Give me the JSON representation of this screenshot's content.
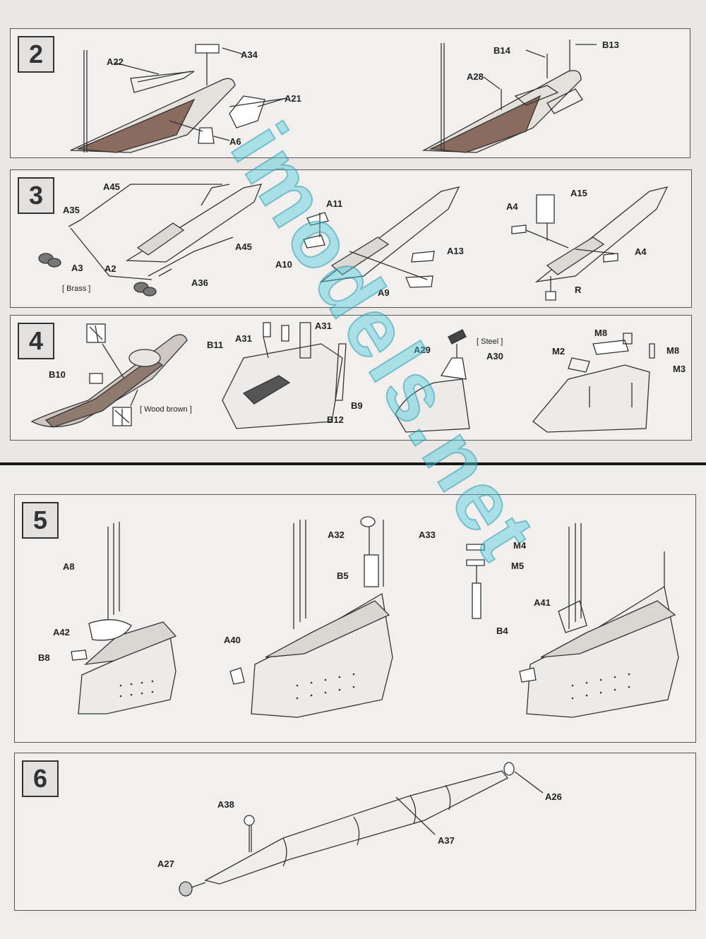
{
  "steps": {
    "s2": {
      "number": "2",
      "labels": {
        "a22": "A22",
        "a34": "A34",
        "a21": "A21",
        "a6": "A6",
        "b14": "B14",
        "b13": "B13",
        "a28": "A28"
      }
    },
    "s3": {
      "number": "3",
      "labels": {
        "a45a": "A45",
        "a35": "A35",
        "a3": "A3",
        "a2": "A2",
        "a36": "A36",
        "a45b": "A45",
        "a11": "A11",
        "a10": "A10",
        "a13": "A13",
        "a9": "A9",
        "a15": "A15",
        "a4a": "A4",
        "a4b": "A4",
        "r": "R"
      },
      "notes": {
        "brass": "[ Brass ]"
      }
    },
    "s4": {
      "number": "4",
      "labels": {
        "b10": "B10",
        "b11": "B11",
        "a31a": "A31",
        "a31b": "A31",
        "b9": "B9",
        "b12": "B12",
        "a29": "A29",
        "a30": "A30",
        "m8a": "M8",
        "m8b": "M8",
        "m2": "M2",
        "m3": "M3"
      },
      "notes": {
        "wood": "[ Wood brown ]",
        "steel": "[ Steel ]"
      }
    },
    "s5": {
      "number": "5",
      "labels": {
        "a8": "A8",
        "a42": "A42",
        "b8": "B8",
        "a40": "A40",
        "a32": "A32",
        "a33": "A33",
        "b5": "B5",
        "m4": "M4",
        "m5": "M5",
        "b4": "B4",
        "a41": "A41"
      }
    },
    "s6": {
      "number": "6",
      "labels": {
        "a38": "A38",
        "a27": "A27",
        "a37": "A37",
        "a26": "A26"
      }
    }
  },
  "watermark": "imodels.net"
}
